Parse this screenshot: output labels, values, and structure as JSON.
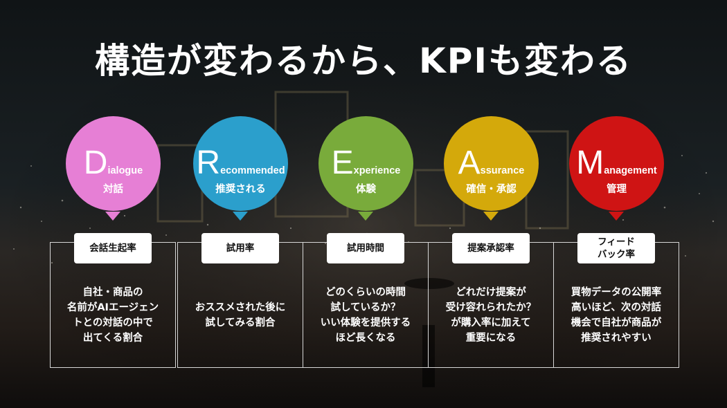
{
  "title": "構造が変わるから、KPIも変わる",
  "columns": [
    {
      "initial": "D",
      "rest": "ialogue",
      "jp": "対話",
      "color": "#e67fd5",
      "kpi": "会話生起率",
      "desc": "自社・商品の\n名前がAIエージェン\nトとの対話の中で\n出てくる割合"
    },
    {
      "initial": "R",
      "rest": "ecommended",
      "jp": "推奨される",
      "color": "#2b9fcc",
      "kpi": "試用率",
      "desc": "おススメされた後に\n試してみる割合"
    },
    {
      "initial": "E",
      "rest": "xperience",
      "jp": "体験",
      "color": "#79ab3b",
      "kpi": "試用時間",
      "desc": "どのくらいの時間\n試しているか？\nいい体験を提供する\nほど長くなる"
    },
    {
      "initial": "A",
      "rest": "ssurance",
      "jp": "確信・承認",
      "color": "#d4a90b",
      "kpi": "提案承認率",
      "desc": "どれだけ提案が\n受け容れられたか？\nが購入率に加えて\n重要になる"
    },
    {
      "initial": "M",
      "rest": "anagement",
      "jp": "管理",
      "color": "#cf1414",
      "kpi": "フィード\nバック率",
      "desc": "買物データの公開率\n高いほど、次の対話\n機会で自社が商品が\n推奨されやすい"
    }
  ]
}
